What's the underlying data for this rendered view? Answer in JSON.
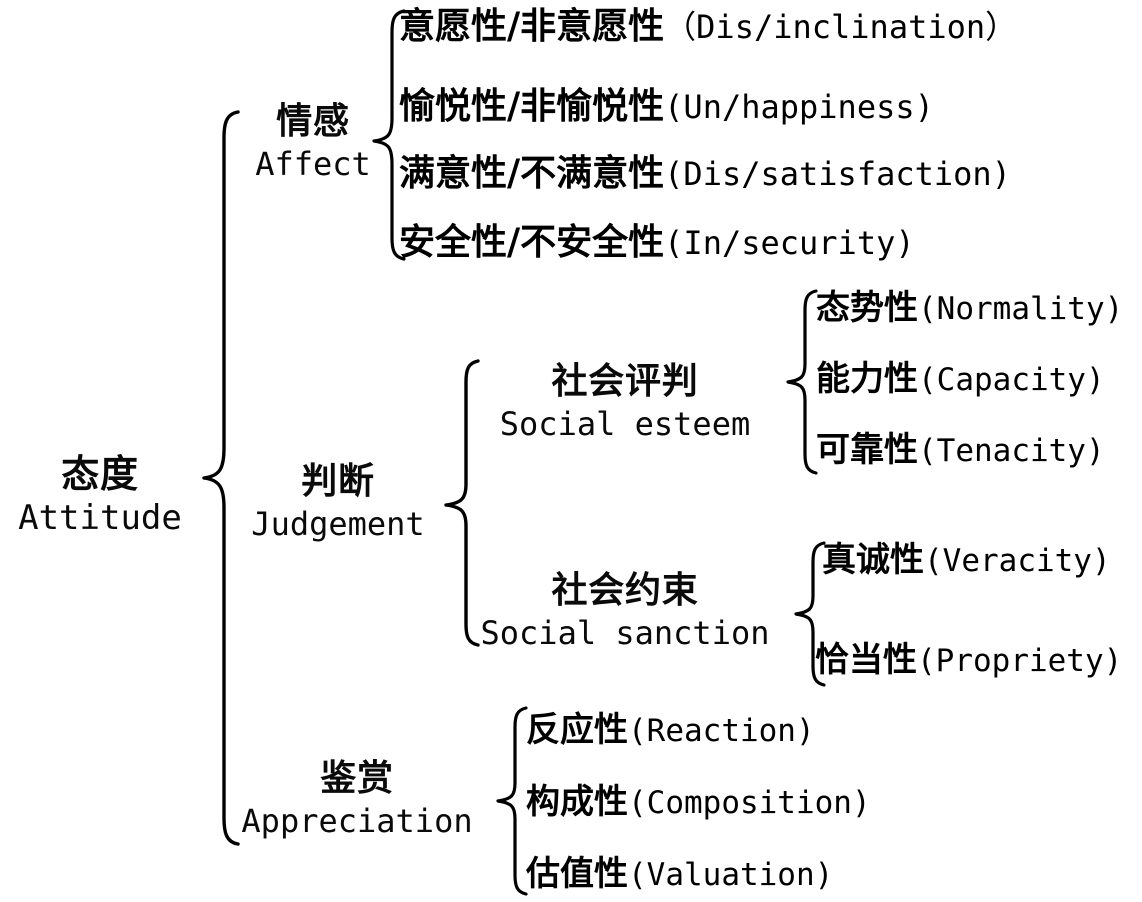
{
  "diagram": {
    "title": "态度 Attitude taxonomy",
    "stroke_color": "#000000",
    "background_color": "#ffffff",
    "type": "tree"
  },
  "root": {
    "cn": "态度",
    "en": "Attitude"
  },
  "branches": [
    {
      "id": "affect",
      "cn": "情感",
      "en": "Affect",
      "children": [
        {
          "cn": "意愿性/非意愿性",
          "en": "（Dis/inclination）"
        },
        {
          "cn": "愉悦性/非愉悦性",
          "en": "(Un/happiness)"
        },
        {
          "cn": "满意性/不满意性",
          "en": "(Dis/satisfaction)"
        },
        {
          "cn": "安全性/不安全性",
          "en": "(In/security)"
        }
      ]
    },
    {
      "id": "judgement",
      "cn": "判断",
      "en": "Judgement",
      "subgroups": [
        {
          "id": "social-esteem",
          "cn": "社会评判",
          "en": "Social esteem",
          "children": [
            {
              "cn": "态势性",
              "en": "(Normality)"
            },
            {
              "cn": "能力性",
              "en": "(Capacity)"
            },
            {
              "cn": "可靠性",
              "en": "(Tenacity)"
            }
          ]
        },
        {
          "id": "social-sanction",
          "cn": "社会约束",
          "en": "Social sanction",
          "children": [
            {
              "cn": "真诚性",
              "en": "(Veracity)"
            },
            {
              "cn": "恰当性",
              "en": "(Propriety)"
            }
          ]
        }
      ]
    },
    {
      "id": "appreciation",
      "cn": "鉴赏",
      "en": "Appreciation",
      "children": [
        {
          "cn": "反应性",
          "en": "(Reaction)"
        },
        {
          "cn": "构成性",
          "en": "(Composition)"
        },
        {
          "cn": "估值性",
          "en": "(Valuation)"
        }
      ]
    }
  ]
}
